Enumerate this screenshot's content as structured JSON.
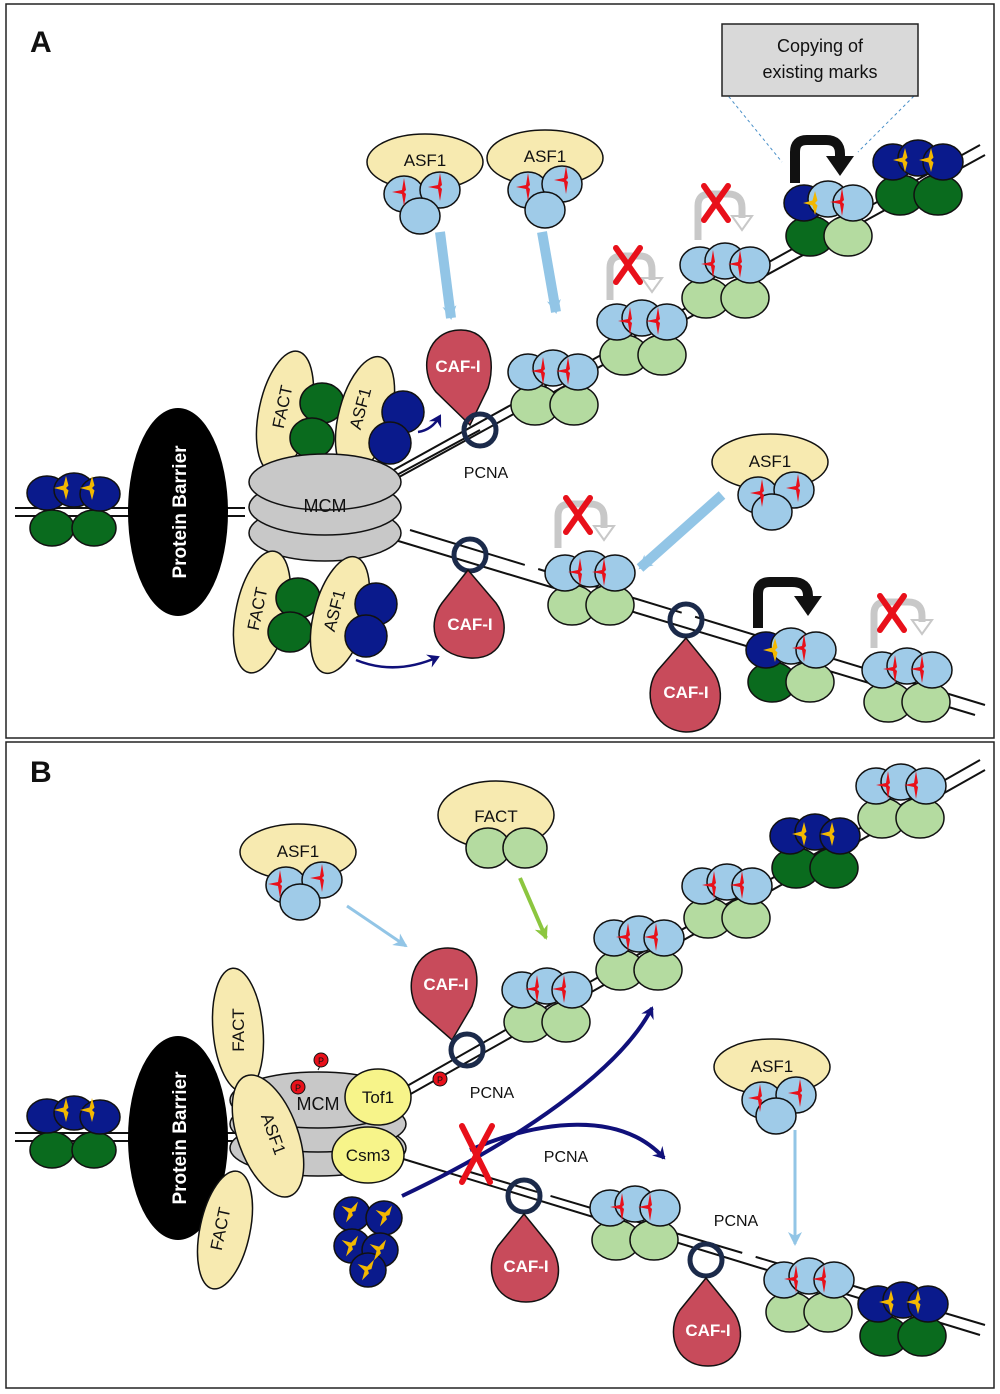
{
  "panels": {
    "a": {
      "letter": "A",
      "callout": {
        "line1": "Copying of",
        "line2": "existing marks"
      },
      "protein_barrier": "Protein Barrier",
      "mcm": "MCM",
      "fact": "FACT",
      "asf1": "ASF1",
      "caf1": "CAF-I",
      "pcna": "PCNA"
    },
    "b": {
      "letter": "B",
      "protein_barrier": "Protein Barrier",
      "mcm": "MCM",
      "fact": "FACT",
      "asf1": "ASF1",
      "caf1": "CAF-I",
      "pcna": "PCNA",
      "tof1": "Tof1",
      "csm3": "Csm3",
      "phospho": "P"
    }
  },
  "colors": {
    "old_h3h4": "#0a1a8c",
    "old_h2ah2b": "#0a6b1e",
    "new_h3h4": "#9fcbe8",
    "new_h2ah2b": "#b4dba0",
    "chaperone": "#f7eab0",
    "caf1": "#c84b5b",
    "mcm": "#c8c8c8",
    "barrier": "#000000",
    "mark_new": "#e8101a",
    "mark_old": "#f3b800",
    "arrow_light_blue": "#92c5e6",
    "arrow_green": "#8cc63f",
    "arrow_dark_blue": "#10107a",
    "arrow_gray": "#c8c8c8",
    "arrow_black": "#111111",
    "cross": "#e8101a",
    "pcna_ring": "#1b2a4a"
  },
  "icons": {
    "cross": "red-x-icon",
    "star": "star-mark-icon"
  }
}
